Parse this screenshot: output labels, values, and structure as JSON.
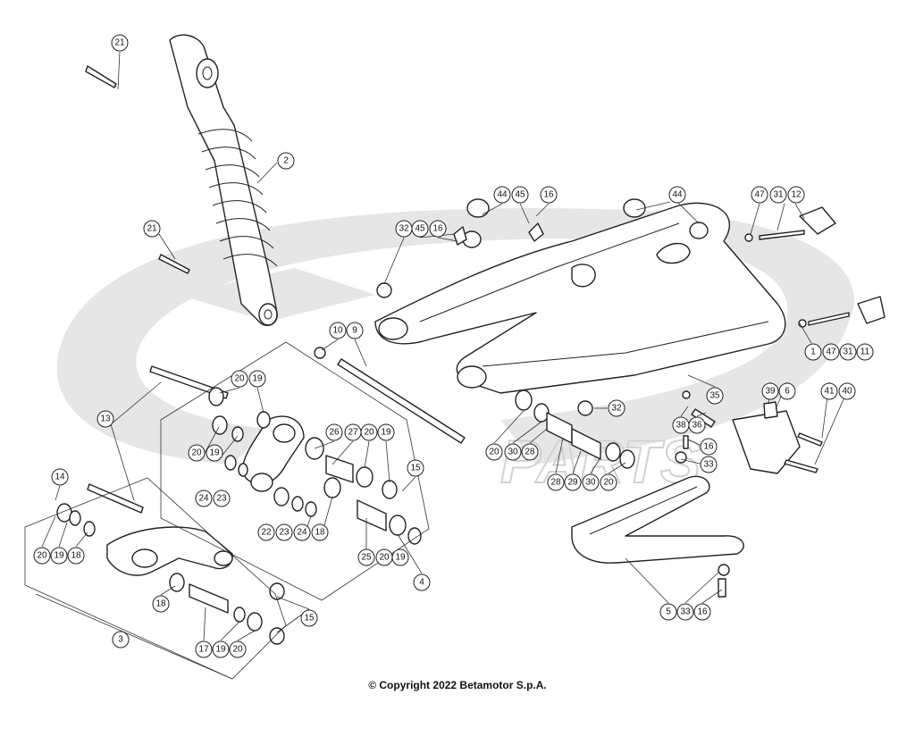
{
  "footer": {
    "copyright": "© Copyright 2022 Betamotor S.p.A."
  },
  "watermark": {
    "text": "PARTS"
  },
  "callouts": [
    "21",
    "2",
    "21",
    "1",
    "47",
    "31",
    "11",
    "47",
    "31",
    "12",
    "44",
    "45",
    "16",
    "44",
    "32",
    "45",
    "16",
    "10",
    "9",
    "20",
    "19",
    "13",
    "20",
    "19",
    "24",
    "23",
    "26",
    "27",
    "20",
    "19",
    "15",
    "22",
    "23",
    "24",
    "18",
    "25",
    "20",
    "19",
    "4",
    "14",
    "20",
    "19",
    "18",
    "18",
    "15",
    "3",
    "17",
    "19",
    "20",
    "35",
    "39",
    "6",
    "41",
    "40",
    "32",
    "38",
    "36",
    "16",
    "33",
    "20",
    "30",
    "28",
    "28",
    "29",
    "30",
    "20",
    "5",
    "33",
    "16"
  ]
}
